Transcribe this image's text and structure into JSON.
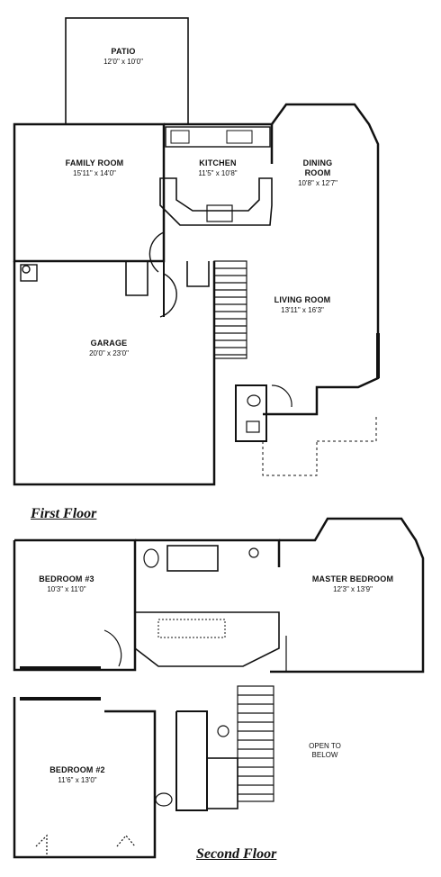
{
  "floors": [
    {
      "title": "First Floor",
      "rooms": [
        {
          "name": "PATIO",
          "dims": "12'0\" x 10'0\""
        },
        {
          "name": "FAMILY ROOM",
          "dims": "15'11\" x 14'0\""
        },
        {
          "name": "KITCHEN",
          "dims": "11'5\" x 10'8\""
        },
        {
          "name": "DINING ROOM",
          "dims": "10'8\" x 12'7\""
        },
        {
          "name": "LIVING ROOM",
          "dims": "13'11\" x 16'3\""
        },
        {
          "name": "GARAGE",
          "dims": "20'0\" x 23'0\""
        }
      ]
    },
    {
      "title": "Second Floor",
      "rooms": [
        {
          "name": "BEDROOM #3",
          "dims": "10'3\" x 11'0\""
        },
        {
          "name": "MASTER BEDROOM",
          "dims": "12'3\" x 13'9\""
        },
        {
          "name": "BEDROOM #2",
          "dims": "11'6\" x 13'0\""
        }
      ],
      "note": "OPEN TO BELOW"
    }
  ]
}
